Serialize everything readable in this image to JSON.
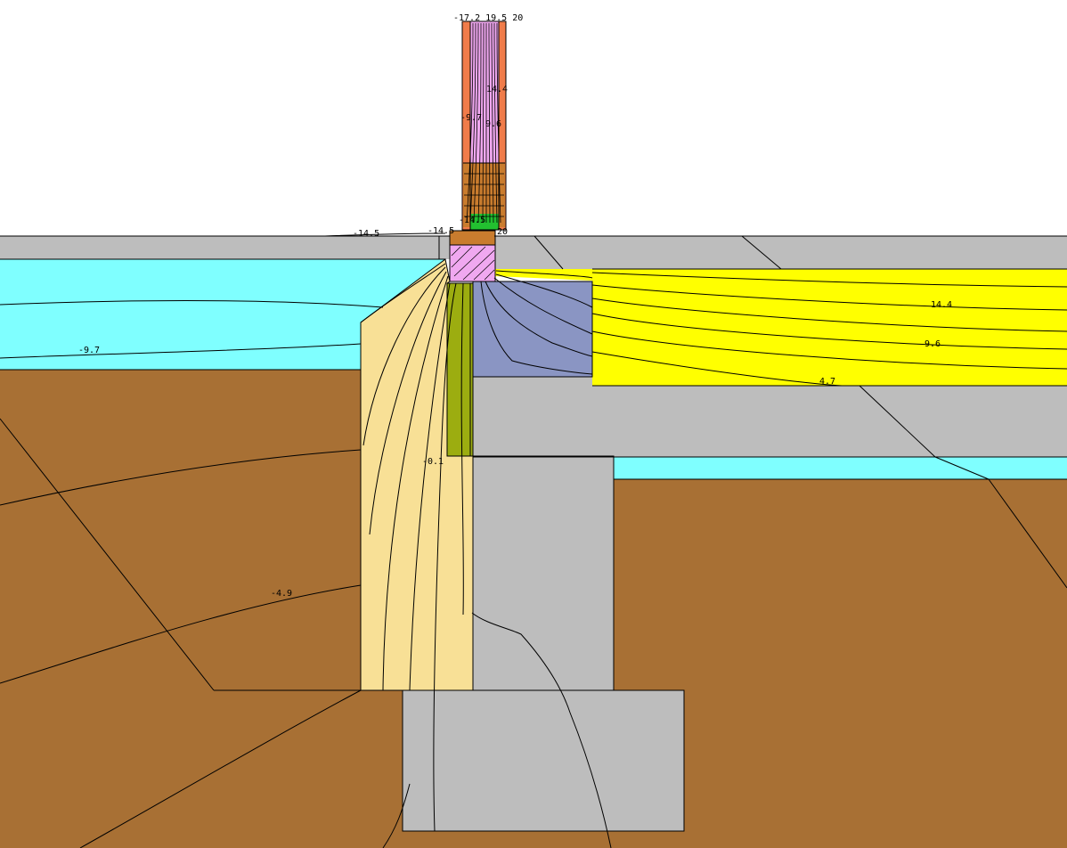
{
  "colors": {
    "soil": "#a87034",
    "concrete": "#bdbdbd",
    "insulation_cyan": "#7fffff",
    "insulation_yellow": "#ffff00",
    "insulation_tan": "#f8e096",
    "grey_blue": "#8a95c3",
    "olive": "#9cad10",
    "pink": "#f0a8f0",
    "wood": "#c97c2e",
    "brick": "#f07c4a",
    "green": "#22c030",
    "isoline": "#000000",
    "background": "#ffffff"
  },
  "isotherm_labels": [
    {
      "text": "-14.5"
    },
    {
      "text": "-14.5"
    },
    {
      "text": "-9.7"
    },
    {
      "text": "-4.9"
    },
    {
      "text": "-0.1"
    },
    {
      "text": "4.7"
    },
    {
      "text": "9.6"
    },
    {
      "text": "14.4"
    },
    {
      "text": "14.4"
    },
    {
      "text": "-9.7"
    },
    {
      "text": "9.6"
    },
    {
      "text": "-14.5"
    },
    {
      "text": "20"
    },
    {
      "text": "-17.2 19.5 20"
    }
  ]
}
